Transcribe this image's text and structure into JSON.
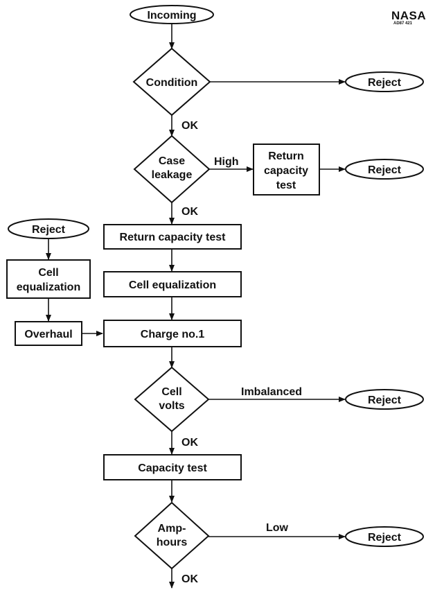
{
  "logo": {
    "text": "NASA",
    "code": "AD87 421"
  },
  "nodes": {
    "incoming": "Incoming",
    "condition": "Condition",
    "reject_condition": "Reject",
    "case_leakage": [
      "Case",
      "leakage"
    ],
    "return_capacity_high": [
      "Return",
      "capacity",
      "test"
    ],
    "reject_leakage": "Reject",
    "reject_left": "Reject",
    "cell_equalization_left": [
      "Cell",
      "equalization"
    ],
    "overhaul": "Overhaul",
    "return_capacity_test": "Return capacity test",
    "cell_equalization": "Cell equalization",
    "charge_no1": "Charge no.1",
    "cell_volts": [
      "Cell",
      "volts"
    ],
    "reject_volts": "Reject",
    "capacity_test": "Capacity test",
    "amp_hours": [
      "Amp-",
      "hours"
    ],
    "reject_amp": "Reject"
  },
  "edge_labels": {
    "ok_condition": "OK",
    "high": "High",
    "ok_leakage": "OK",
    "imbalanced": "Imbalanced",
    "ok_volts": "OK",
    "low": "Low",
    "ok_amp": "OK"
  }
}
